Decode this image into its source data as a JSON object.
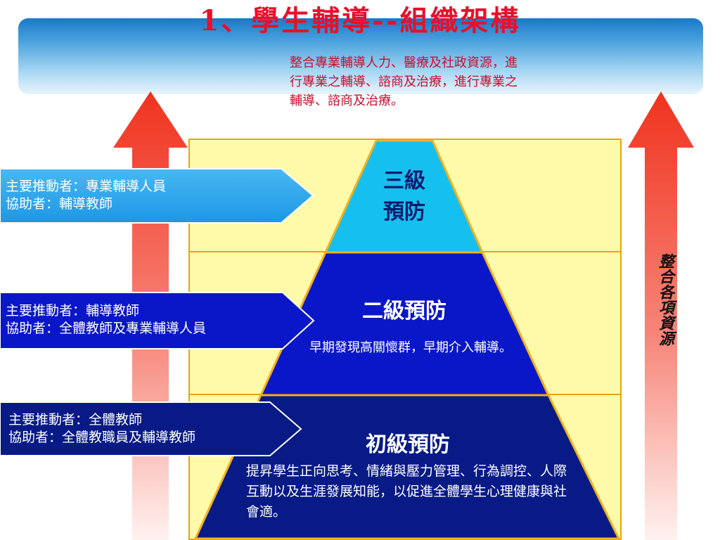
{
  "title": "1、學生輔導--組織架構",
  "top_note": "整合專業輔導人力、醫療及社政資源，進行專業之輔導、諮商及治療，進行專業之輔導、諮商及治療。",
  "levels": {
    "tertiary": {
      "label_line1": "三級",
      "label_line2": "預防",
      "color": "#15c0ee"
    },
    "secondary": {
      "label": "二級預防",
      "desc": "早期發現高關懷群，早期介入輔導。",
      "color": "#0a17c8"
    },
    "primary": {
      "label": "初級預防",
      "desc": "提昇學生正向思考、情緒與壓力管理、行為調控、人際互動以及生涯發展知能，以促進全體學生心理健康與社會適。",
      "color": "#081a86"
    }
  },
  "side_boxes": [
    {
      "line1": "主要推動者：專業輔導人員",
      "line2": "協助者：輔導教師",
      "color": "#2ca8ee"
    },
    {
      "line1": "主要推動者：輔導教師",
      "line2": "協助者：全體教師及專業輔導人員",
      "color": "#0a17c8"
    },
    {
      "line1": "主要推動者：全體教師",
      "line2": "協助者：全體教職員及輔導教師",
      "color": "#081a86"
    }
  ],
  "right_arrow_label": "整合各項資源",
  "colors": {
    "title_red": "#e8102b",
    "note_red": "#c8102e",
    "arrow_red": "#f0321e",
    "grid_fill": "#fffaaa",
    "grid_line": "#e6a410"
  }
}
